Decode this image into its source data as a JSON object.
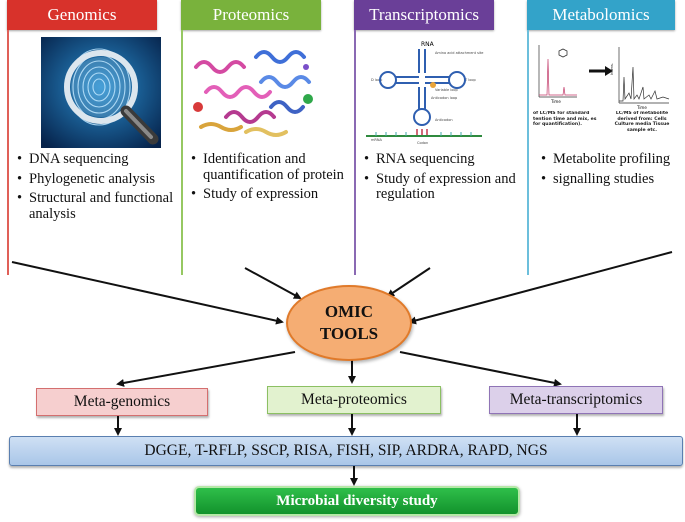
{
  "columns": [
    {
      "title": "Genomics",
      "color": "#d8322b",
      "bar": "#e06058",
      "items": [
        "DNA sequencing",
        "Phylogenetic analysis",
        "Structural and functional analysis"
      ]
    },
    {
      "title": "Proteomics",
      "color": "#79b23c",
      "bar": "#96c862",
      "items": [
        "Identification and quantification of protein",
        "Study of expression"
      ]
    },
    {
      "title": "Transcriptomics",
      "color": "#6a3f98",
      "bar": "#8a69b3",
      "items": [
        "RNA sequencing",
        "Study of expression and regulation"
      ]
    },
    {
      "title": "Metabolomics",
      "color": "#33a3c9",
      "bar": "#6cbfdc",
      "items": [
        "Metabolite profiling",
        "signalling studies"
      ]
    }
  ],
  "center": {
    "line1": "OMIC",
    "line2": "TOOLS"
  },
  "meta": [
    {
      "label": "Meta-genomics",
      "bg": "#f6cfcf",
      "border": "#d46f6f"
    },
    {
      "label": "Meta-proteomics",
      "bg": "#e2f2cf",
      "border": "#8cc063"
    },
    {
      "label": "Meta-transcriptomics",
      "bg": "#dcd0ea",
      "border": "#8f74b6"
    }
  ],
  "techniques": "DGGE, T-RFLP, SSCP, RISA, FISH, SIP, ARDRA, RAPD, NGS",
  "result": "Microbial diversity study",
  "images": {
    "trna": {
      "title": "RNA",
      "labels": [
        "Amino acid attachment site",
        "D loop",
        "T loop",
        "Anticodon loop",
        "Variable loop",
        "Anticodon",
        "mRNA",
        "Codon"
      ]
    },
    "metab": {
      "left_caption": "of LC/MS for standard tention time and mix, es for quantification).",
      "right_caption": "LC/MS of metabolite derived from: Cells Culture media Tissue sample etc.",
      "axis": "Time",
      "ylabel": "Intens."
    }
  }
}
